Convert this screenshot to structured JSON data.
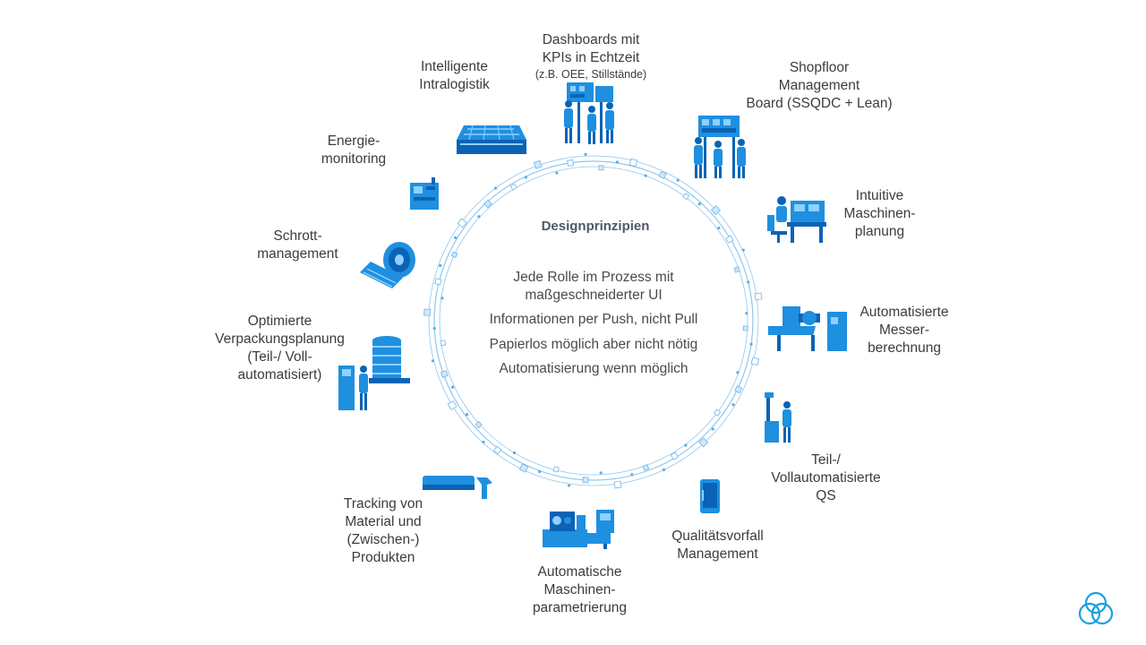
{
  "diagram": {
    "center": {
      "title": "Designprinzipien",
      "principles": [
        "Jede Rolle im Prozess mit maßgeschneiderter UI",
        "Informationen per Push, nicht Pull",
        "Papierlos möglich aber nicht nötig",
        "Automatisierung wenn möglich"
      ]
    },
    "items": [
      {
        "label": "Dashboards mit\nKPIs in Echtzeit",
        "sublabel": "(z.B. OEE, Stillstände)",
        "icon": "dashboard-people-icon"
      },
      {
        "label": "Shopfloor\nManagement\nBoard (SSQDC + Lean)",
        "icon": "shopfloor-board-icon"
      },
      {
        "label": "Intuitive\nMaschinen-\nplanung",
        "icon": "workstation-icon"
      },
      {
        "label": "Automatisierte\nMesser-\nberechnung",
        "icon": "machine-icon"
      },
      {
        "label": "Teil-/\nVollautomatisierte\nQS",
        "icon": "inspection-icon"
      },
      {
        "label": "Qualitätsvorfall\nManagement",
        "icon": "tablet-icon"
      },
      {
        "label": "Automatische\nMaschinen-\nparametrierung",
        "icon": "machine-control-icon"
      },
      {
        "label": "Tracking von\nMaterial und\n(Zwischen-)\nProdukten",
        "icon": "scanner-icon"
      },
      {
        "label": "Optimierte\nVerpackungsplanung\n(Teil-/ Voll-\nautomatisiert)",
        "icon": "packaging-icon"
      },
      {
        "label": "Schrott-\nmanagement",
        "icon": "coil-icon"
      },
      {
        "label": "Energie-\nmonitoring",
        "icon": "energy-meter-icon"
      },
      {
        "label": "Intelligente\nIntralogistik",
        "icon": "warehouse-icon"
      }
    ]
  },
  "colors": {
    "icon_blue": "#1f8fe0",
    "icon_dark": "#0b63b5",
    "ring": "#8fc7ee",
    "logo": "#1aa0dc"
  },
  "logo": {
    "icon": "company-logo-icon"
  }
}
